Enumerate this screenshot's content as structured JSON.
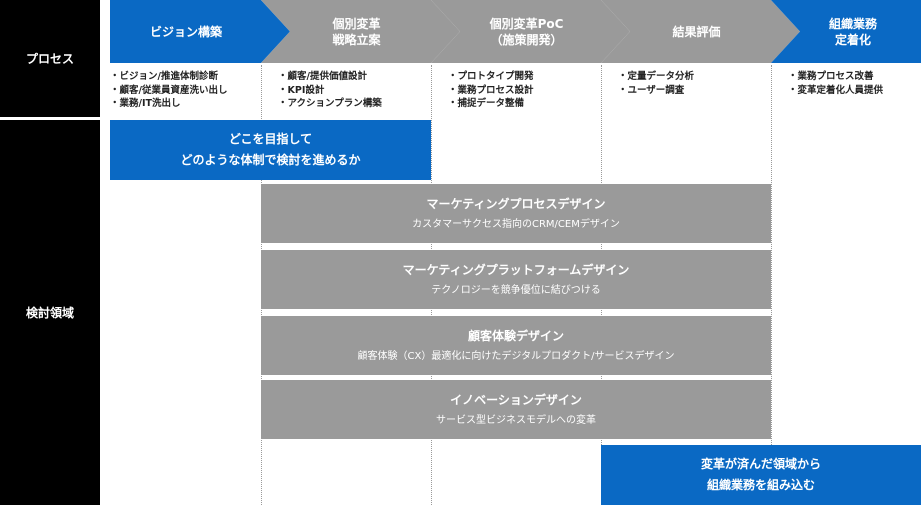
{
  "row_labels": {
    "process": "プロセス",
    "area": "検討領域"
  },
  "phases": [
    {
      "label": "ビジョン構築",
      "bullets": [
        "・ビジョン/推進体制診断",
        "・顧客/従業員資産洗い出し",
        "・業務/IT洗出し"
      ]
    },
    {
      "label": "個別変革\n戦略立案",
      "bullets": [
        "・顧客/提供価値設計",
        "・KPI設計",
        "・アクションプラン構築"
      ]
    },
    {
      "label": "個別変革PoC\n（施策開発）",
      "bullets": [
        "・プロトタイプ開発",
        "・業務プロセス設計",
        "・捕捉データ整備"
      ]
    },
    {
      "label": "結果評価",
      "bullets": [
        "・定量データ分析",
        "・ユーザー調査"
      ]
    },
    {
      "label": "組織業務\n定着化",
      "bullets": [
        "・業務プロセス改善",
        "・変革定着化人員提供"
      ]
    }
  ],
  "vision_box": {
    "line1": "どこを目指して",
    "line2": "どのような体制で検討を進めるか"
  },
  "design_areas": [
    {
      "title": "マーケティングプロセスデザイン",
      "subtitle": "カスタマーサクセス指向のCRM/CEMデザイン"
    },
    {
      "title": "マーケティングプラットフォームデザイン",
      "subtitle": "テクノロジーを競争優位に結びつける"
    },
    {
      "title": "顧客体験デザイン",
      "subtitle": "顧客体験（CX）最適化に向けたデジタルプロダクト/サービスデザイン"
    },
    {
      "title": "イノベーションデザイン",
      "subtitle": "サービス型ビジネスモデルへの変革"
    }
  ],
  "embed_box": {
    "line1": "変革が済んだ領域から",
    "line2": "組織業務を組み込む"
  },
  "colors": {
    "blue": "#0a69c4",
    "gray": "#9a9a9a",
    "black": "#000000"
  }
}
